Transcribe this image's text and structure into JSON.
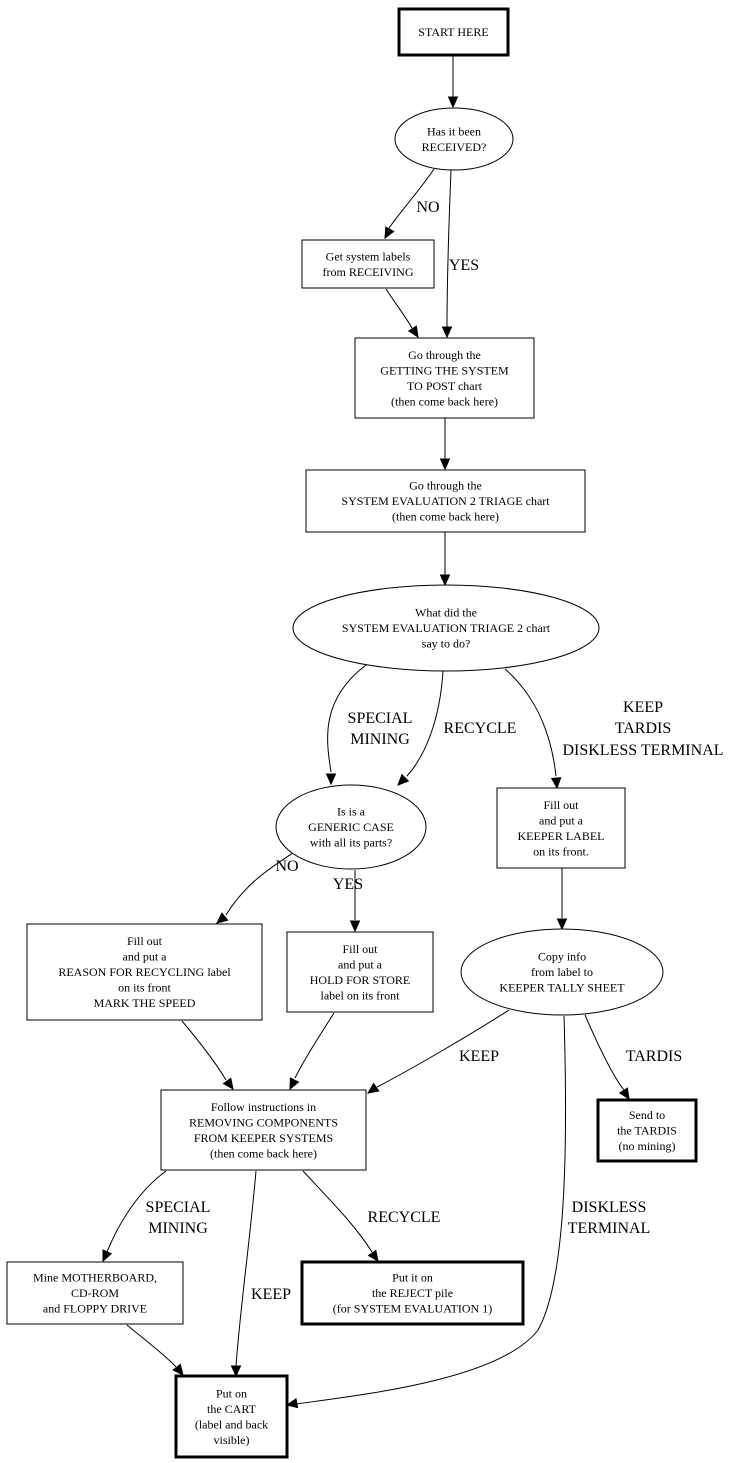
{
  "diagram": {
    "type": "flowchart",
    "nodes": [
      {
        "id": "start",
        "shape": "box",
        "bold": true,
        "lines": [
          "START HERE"
        ]
      },
      {
        "id": "received",
        "shape": "ellipse",
        "bold": false,
        "lines": [
          "Has it been",
          "RECEIVED?"
        ]
      },
      {
        "id": "get_labels",
        "shape": "box",
        "bold": false,
        "lines": [
          "Get system labels",
          "from RECEIVING"
        ]
      },
      {
        "id": "post_chart",
        "shape": "box",
        "bold": false,
        "lines": [
          "Go through the",
          "GETTING THE SYSTEM",
          "TO POST chart",
          "(then come back here)"
        ]
      },
      {
        "id": "triage_chart",
        "shape": "box",
        "bold": false,
        "lines": [
          "Go through the",
          "SYSTEM EVALUATION 2 TRIAGE chart",
          "(then come back here)"
        ]
      },
      {
        "id": "what_did",
        "shape": "ellipse",
        "bold": false,
        "lines": [
          "What did the",
          "SYSTEM EVALUATION TRIAGE 2 chart",
          "say to do?"
        ]
      },
      {
        "id": "generic_case",
        "shape": "ellipse",
        "bold": false,
        "lines": [
          "Is is a",
          "GENERIC CASE",
          "with all its parts?"
        ]
      },
      {
        "id": "keeper_label",
        "shape": "box",
        "bold": false,
        "lines": [
          "Fill out",
          "and put a",
          "KEEPER LABEL",
          "on its front."
        ]
      },
      {
        "id": "reason_recycling",
        "shape": "box",
        "bold": false,
        "lines": [
          "Fill out",
          "and put a",
          "REASON FOR RECYCLING label",
          "on its front",
          "MARK THE SPEED"
        ]
      },
      {
        "id": "hold_store",
        "shape": "box",
        "bold": false,
        "lines": [
          "Fill out",
          "and put a",
          "HOLD FOR STORE",
          "label on its front"
        ]
      },
      {
        "id": "tally_sheet",
        "shape": "ellipse",
        "bold": false,
        "lines": [
          "Copy info",
          "from label to",
          "KEEPER TALLY SHEET"
        ]
      },
      {
        "id": "removing",
        "shape": "box",
        "bold": false,
        "lines": [
          "Follow instructions in",
          "REMOVING COMPONENTS",
          "FROM KEEPER SYSTEMS",
          "(then come back here)"
        ]
      },
      {
        "id": "tardis",
        "shape": "box",
        "bold": true,
        "lines": [
          "Send to",
          "the TARDIS",
          "(no mining)"
        ]
      },
      {
        "id": "mine",
        "shape": "box",
        "bold": false,
        "lines": [
          "Mine MOTHERBOARD,",
          "CD-ROM",
          "and FLOPPY DRIVE"
        ]
      },
      {
        "id": "reject",
        "shape": "box",
        "bold": true,
        "lines": [
          "Put it on",
          "the REJECT pile",
          "(for SYSTEM EVALUATION 1)"
        ]
      },
      {
        "id": "cart",
        "shape": "box",
        "bold": true,
        "lines": [
          "Put on",
          "the CART",
          "(label and back",
          "visible)"
        ]
      }
    ],
    "edges": [
      {
        "id": "e_start_received",
        "from": "start",
        "to": "received",
        "label": []
      },
      {
        "id": "e_received_labels",
        "from": "received",
        "to": "get_labels",
        "label": [
          "NO"
        ]
      },
      {
        "id": "e_received_post",
        "from": "received",
        "to": "post_chart",
        "label": [
          "YES"
        ]
      },
      {
        "id": "e_labels_post",
        "from": "get_labels",
        "to": "post_chart",
        "label": []
      },
      {
        "id": "e_post_triage",
        "from": "post_chart",
        "to": "triage_chart",
        "label": []
      },
      {
        "id": "e_triage_whatdid",
        "from": "triage_chart",
        "to": "what_did",
        "label": []
      },
      {
        "id": "e_whatdid_generic_special",
        "from": "what_did",
        "to": "generic_case",
        "label": [
          "SPECIAL",
          "MINING"
        ]
      },
      {
        "id": "e_whatdid_generic_recycle",
        "from": "what_did",
        "to": "generic_case",
        "label": [
          "RECYCLE"
        ]
      },
      {
        "id": "e_whatdid_keeper",
        "from": "what_did",
        "to": "keeper_label",
        "label": [
          "KEEP",
          "TARDIS",
          "DISKLESS TERMINAL"
        ]
      },
      {
        "id": "e_generic_reason",
        "from": "generic_case",
        "to": "reason_recycling",
        "label": [
          "NO"
        ]
      },
      {
        "id": "e_generic_hold",
        "from": "generic_case",
        "to": "hold_store",
        "label": [
          "YES"
        ]
      },
      {
        "id": "e_keeper_tally",
        "from": "keeper_label",
        "to": "tally_sheet",
        "label": []
      },
      {
        "id": "e_reason_removing",
        "from": "reason_recycling",
        "to": "removing",
        "label": []
      },
      {
        "id": "e_hold_removing",
        "from": "hold_store",
        "to": "removing",
        "label": []
      },
      {
        "id": "e_tally_removing",
        "from": "tally_sheet",
        "to": "removing",
        "label": [
          "KEEP"
        ]
      },
      {
        "id": "e_tally_tardis",
        "from": "tally_sheet",
        "to": "tardis",
        "label": [
          "TARDIS"
        ]
      },
      {
        "id": "e_tally_cart",
        "from": "tally_sheet",
        "to": "cart",
        "label": [
          "DISKLESS",
          "TERMINAL"
        ]
      },
      {
        "id": "e_removing_mine",
        "from": "removing",
        "to": "mine",
        "label": [
          "SPECIAL",
          "MINING"
        ]
      },
      {
        "id": "e_removing_cart",
        "from": "removing",
        "to": "cart",
        "label": [
          "KEEP"
        ]
      },
      {
        "id": "e_removing_reject",
        "from": "removing",
        "to": "reject",
        "label": [
          "RECYCLE"
        ]
      },
      {
        "id": "e_mine_cart",
        "from": "mine",
        "to": "cart",
        "label": []
      }
    ]
  }
}
